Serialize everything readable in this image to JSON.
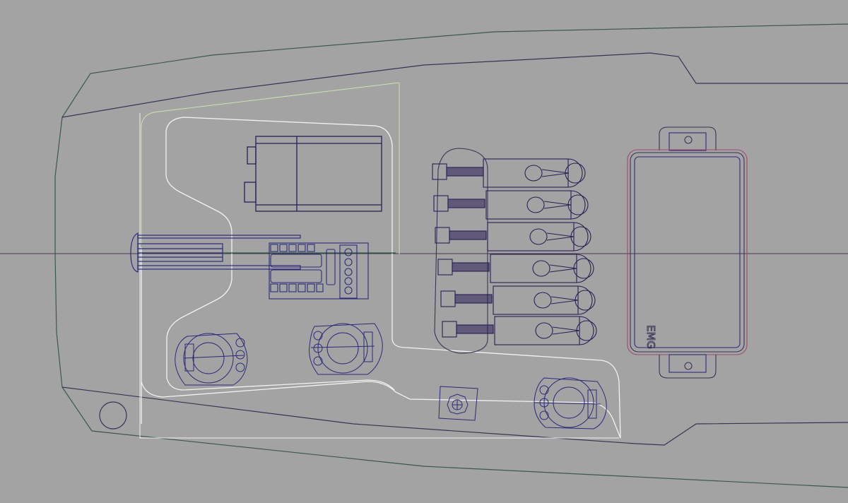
{
  "viewport": {
    "background": "#a3a3a3",
    "view": "top orthographic wireframe",
    "subject": "guitar body rear control cavity layout"
  },
  "colors": {
    "outline_dark": "#3a3356",
    "component_blue": "#2c2a7a",
    "component_dark": "#2a1f55",
    "cavity_white": "#f2f2f2",
    "selection_green": "#c9e3b2",
    "axis_line": "#4a3a4a",
    "pickup_pink": "#a04870"
  },
  "components": {
    "pickup": {
      "brand_label": "EMG",
      "type": "humbucker"
    },
    "bridge": {
      "type": "6-saddle tremolo bridge",
      "saddle_count": 6
    },
    "battery": {
      "type": "9V battery"
    },
    "switch": {
      "type": "pickup selector switch"
    },
    "jack": {
      "type": "output jack"
    },
    "potentiometers": {
      "count": 3
    },
    "trim_pot": {
      "type": "trim pot"
    },
    "strap_button": {
      "type": "strap button hole"
    }
  }
}
